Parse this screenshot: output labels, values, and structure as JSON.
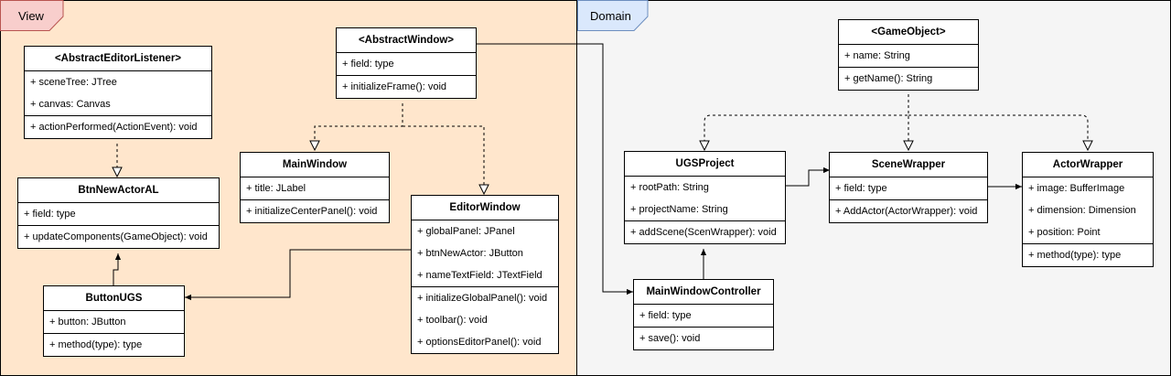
{
  "packages": {
    "view": {
      "label": "View"
    },
    "domain": {
      "label": "Domain"
    }
  },
  "classes": {
    "abstractEditorListener": {
      "name": "<AbstractEditorListener>",
      "attrs": [
        "+ sceneTree: JTree",
        "+ canvas: Canvas"
      ],
      "methods": [
        "+ actionPerformed(ActionEvent): void"
      ]
    },
    "abstractWindow": {
      "name": "<AbstractWindow>",
      "attrs": [
        "+ field: type"
      ],
      "methods": [
        "+ initializeFrame(): void"
      ]
    },
    "btnNewActorAL": {
      "name": "BtnNewActorAL",
      "attrs": [
        "+ field: type"
      ],
      "methods": [
        "+ updateComponents(GameObject): void"
      ]
    },
    "mainWindow": {
      "name": "MainWindow",
      "attrs": [
        "+ title: JLabel"
      ],
      "methods": [
        "+ initializeCenterPanel(): void"
      ]
    },
    "editorWindow": {
      "name": "EditorWindow",
      "attrs": [
        "+ globalPanel: JPanel",
        "+ btnNewActor: JButton",
        "+ nameTextField: JTextField"
      ],
      "methods": [
        "+ initializeGlobalPanel(): void",
        "+ toolbar(): void",
        "+ optionsEditorPanel(): void"
      ]
    },
    "buttonUGS": {
      "name": "ButtonUGS",
      "attrs": [
        "+ button: JButton"
      ],
      "methods": [
        "+ method(type): type"
      ]
    },
    "gameObject": {
      "name": "<GameObject>",
      "attrs": [
        "+ name: String"
      ],
      "methods": [
        "+ getName(): String"
      ]
    },
    "ugsProject": {
      "name": "UGSProject",
      "attrs": [
        "+ rootPath: String",
        "+ projectName: String"
      ],
      "methods": [
        "+ addScene(ScenWrapper): void"
      ]
    },
    "sceneWrapper": {
      "name": "SceneWrapper",
      "attrs": [
        "+ field: type"
      ],
      "methods": [
        "+ AddActor(ActorWrapper): void"
      ]
    },
    "actorWrapper": {
      "name": "ActorWrapper",
      "attrs": [
        "+ image: BufferImage",
        "+ dimension: Dimension",
        "+ position: Point"
      ],
      "methods": [
        "+ method(type): type"
      ]
    },
    "mainWindowController": {
      "name": "MainWindowController",
      "attrs": [
        "+ field: type"
      ],
      "methods": [
        "+ save(): void"
      ]
    }
  },
  "colors": {
    "view_fill": "#ffe6cc",
    "view_tab": "#f8cecc",
    "view_tab_border": "#b85450",
    "domain_fill": "#f5f5f5",
    "domain_tab": "#dae8fc",
    "domain_tab_border": "#6c8ebf"
  }
}
